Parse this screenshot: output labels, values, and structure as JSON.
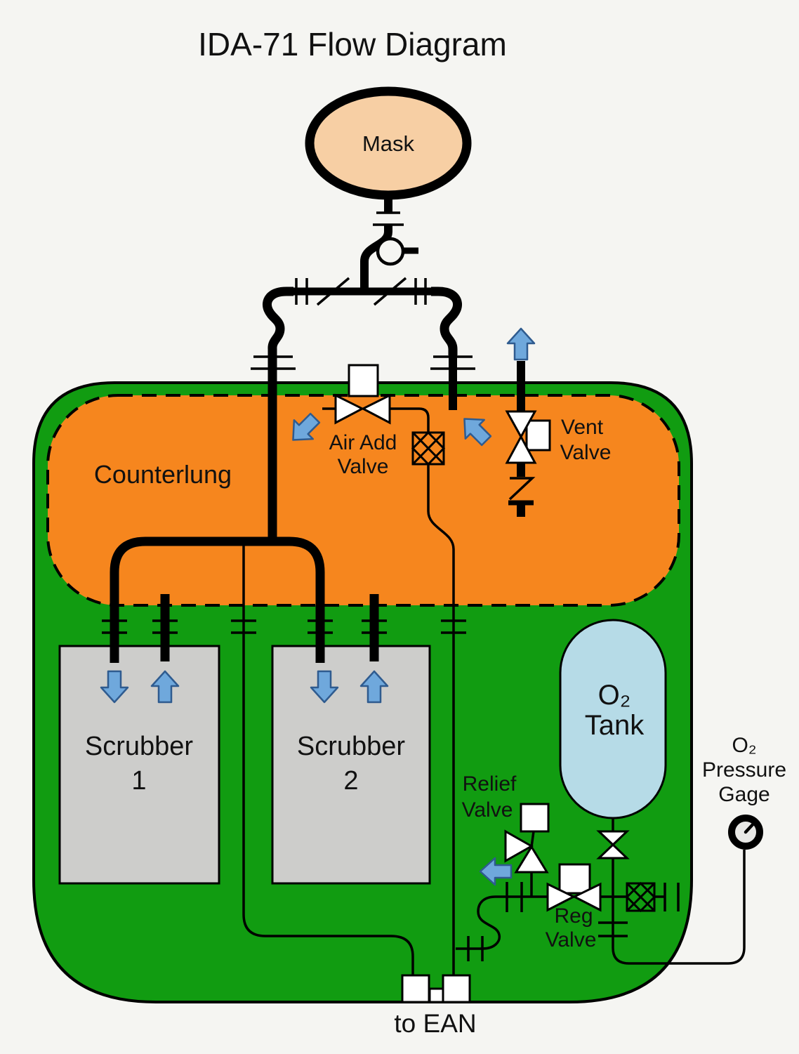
{
  "title": "IDA-71 Flow Diagram",
  "components": {
    "mask": {
      "label": "Mask"
    },
    "counterlung": {
      "label": "Counterlung"
    },
    "air_add_valve": {
      "label_line1": "Air Add",
      "label_line2": "Valve"
    },
    "vent_valve": {
      "label_line1": "Vent",
      "label_line2": "Valve"
    },
    "scrubber1": {
      "label_line1": "Scrubber",
      "label_line2": "1"
    },
    "scrubber2": {
      "label_line1": "Scrubber",
      "label_line2": "2"
    },
    "o2_tank": {
      "label_line1": "O₂",
      "label_line2": "Tank"
    },
    "relief_valve": {
      "label_line1": "Relief",
      "label_line2": "Valve"
    },
    "reg_valve": {
      "label_line1": "Reg",
      "label_line2": "Valve"
    },
    "o2_pressure_gage": {
      "label_line1": "O₂",
      "label_line2": "Pressure",
      "label_line3": "Gage"
    },
    "ean_outlet": {
      "label": "to EAN"
    }
  },
  "colors": {
    "background": "#F5F5F2",
    "body_green": "#119C11",
    "counterlung_orange": "#F6861E",
    "mask_peach": "#F7CFA4",
    "tank_blue": "#B6DBE7",
    "scrubber_gray": "#CDCDCB",
    "arrow_blue": "#6FA8DC",
    "arrow_border": "#2F5B8F",
    "valve_white": "#FFFFFF",
    "gauge_face": "#E8E8E6",
    "line_black": "#000000"
  }
}
